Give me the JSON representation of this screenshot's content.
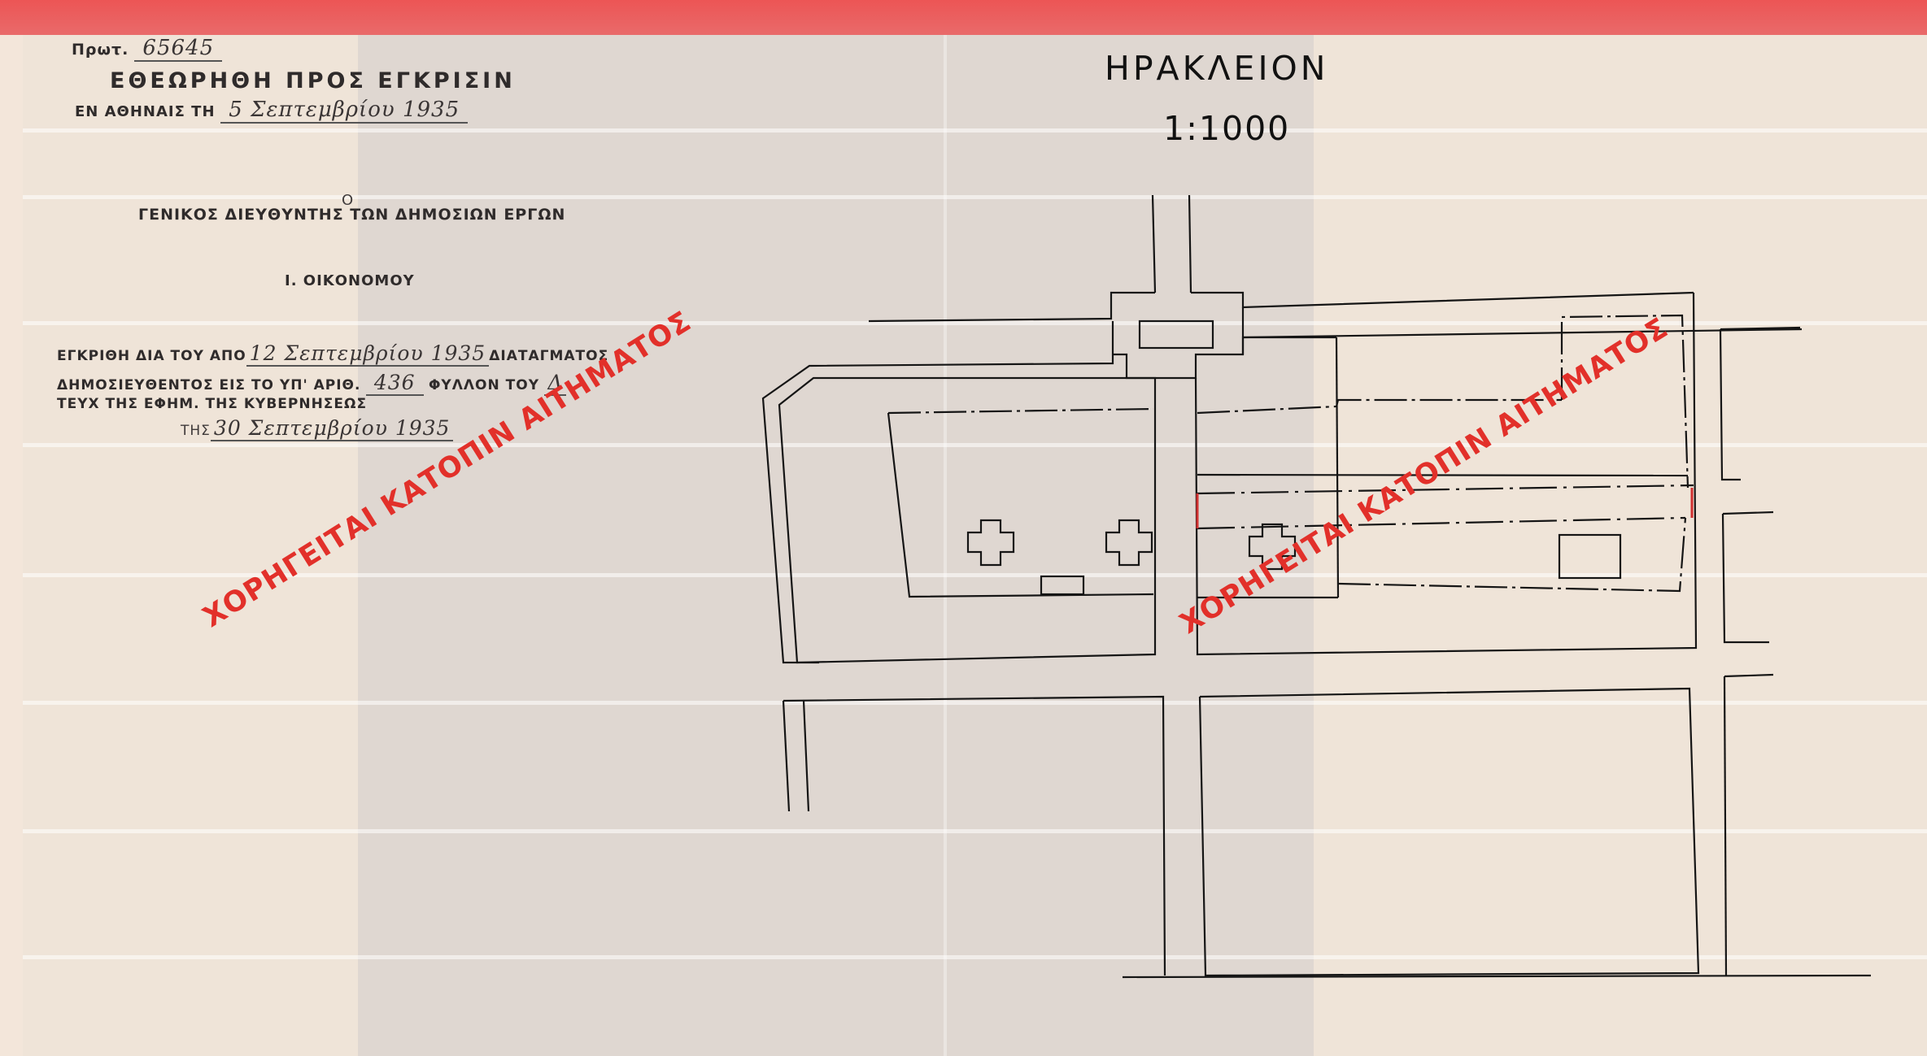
{
  "header": {
    "protocol_label": "Πρωτ.",
    "protocol_number": "65645",
    "review_line": "ΕΘΕΩΡΗΘΗ ΠΡΟΣ ΕΓΚΡΙΣΙΝ",
    "place_prefix": "ΕΝ ΑΘΗΝΑΙΣ ΤΗ",
    "place_date": "5 Σεπτεμβρίου 1935"
  },
  "signatory": {
    "article": "Ο",
    "title": "ΓΕΝΙΚΟΣ ΔΙΕΥΘΥΝΤΗΣ ΤΩΝ ΔΗΜΟΣΙΩΝ ΕΡΓΩΝ",
    "name": "Ι. ΟΙΚΟΝΟΜΟΥ"
  },
  "approval": {
    "line1_prefix": "ΕΓΚΡΙΘΗ ΔΙΑ ΤΟΥ ΑΠΟ",
    "line1_date": "12 Σεπτεμβρίου 1935",
    "line1_suffix": "ΔΙΑΤΑΓΜΑΤΟΣ",
    "line2_prefix": "ΔΗΜΟΣΙΕΥΘΕΝΤΟΣ ΕΙΣ ΤΟ ΥΠ' ΑΡΙΘ.",
    "line2_number": "436",
    "line2_sheet": "ΦΥΛΛΟΝ ΤΟΥ",
    "line2_sheet_value": "Δ",
    "line3": "ΤΕΥΧ ΤΗΣ ΕΦΗΜ. ΤΗΣ ΚΥΒΕΡΝΗΣΕΩΣ",
    "line4_prefix": "ΤΗΣ",
    "line4_date": "30 Σεπτεμβρίου 1935"
  },
  "plan": {
    "city": "ΗΡΑΚΛΕΙΟΝ",
    "scale": "1:1000"
  },
  "watermark": {
    "text": "ΧΟΡΗΓΕΙΤΑΙ ΚΑΤΟΠΙΝ ΑΙΤΗΜΑΤΟΣ"
  },
  "colors": {
    "top_band": "#ec5555",
    "watermark": "#e2302a",
    "ink": "#111111",
    "paper": "#efe4d8"
  }
}
